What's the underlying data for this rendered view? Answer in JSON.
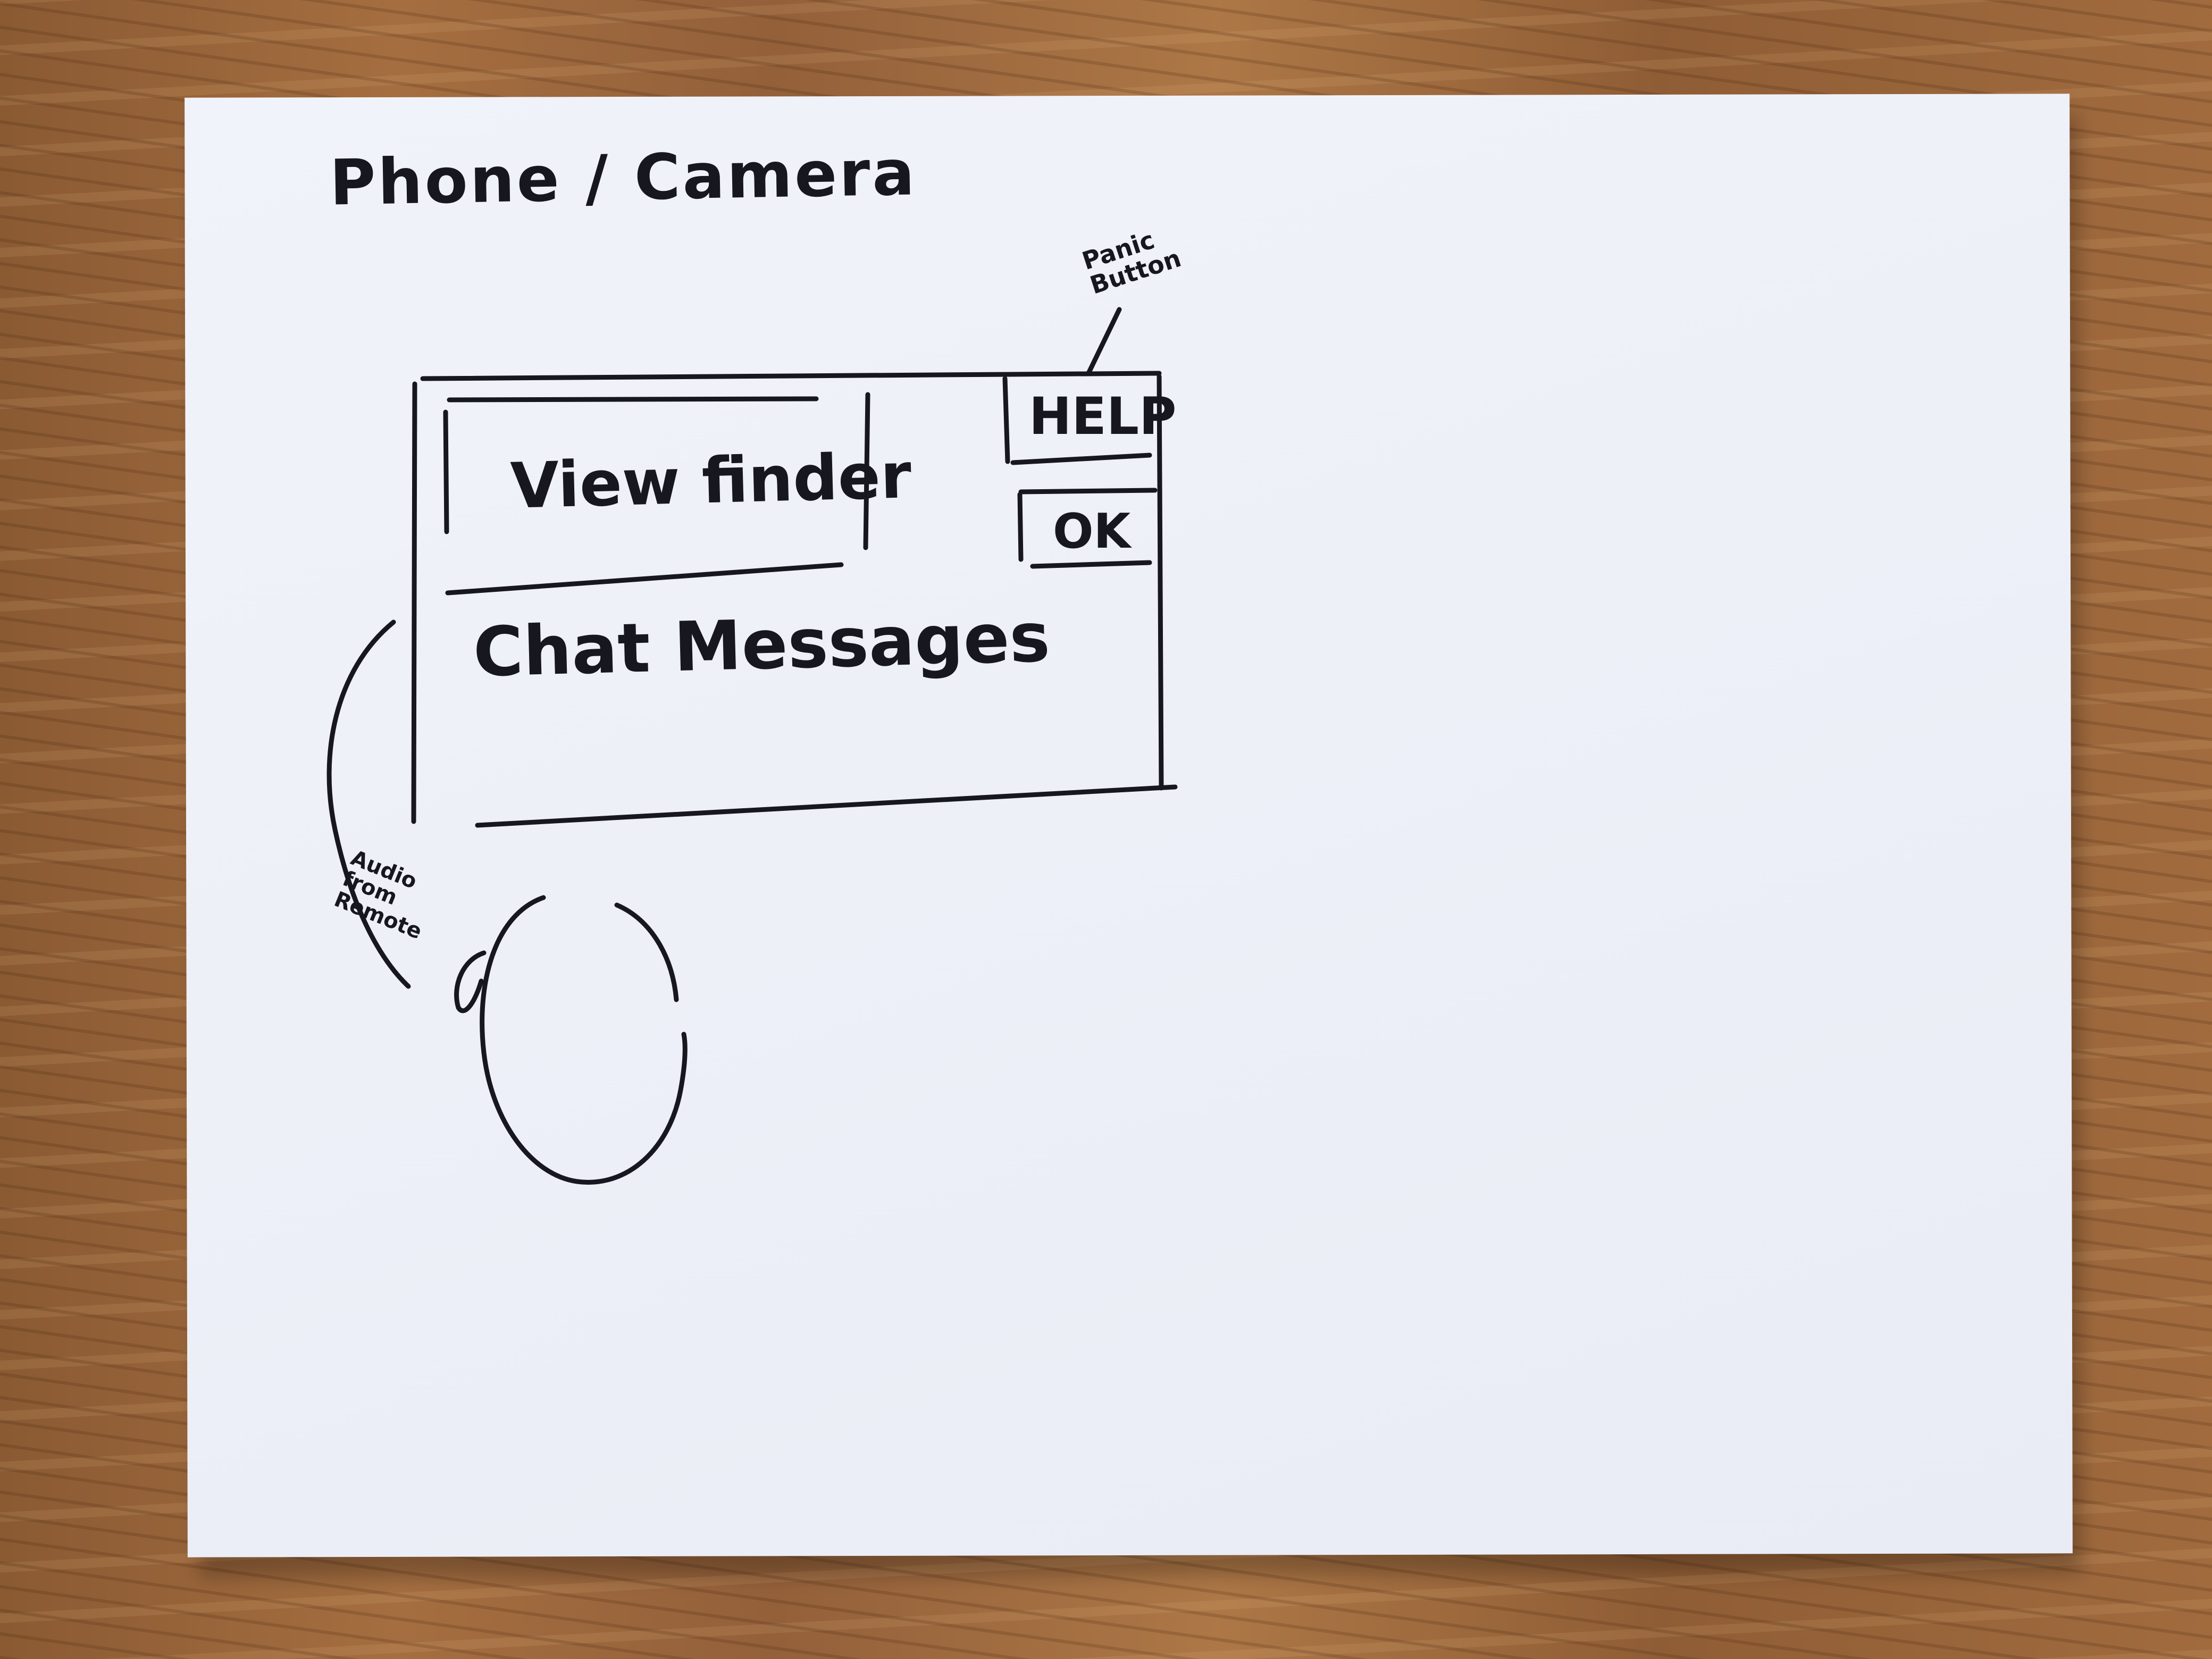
{
  "sketch": {
    "title": "Phone / Camera",
    "viewfinder_label": "View finder",
    "chat_label": "Chat Messages",
    "buttons": {
      "help_label": "HELP",
      "ok_label": "OK"
    },
    "annotations": {
      "panic_line1": "Panic",
      "panic_line2": "Button",
      "audio_line1": "Audio",
      "audio_line2": "from",
      "audio_line3": "Remote"
    }
  },
  "colors": {
    "ink": "#17171f",
    "paper": "#eef0f8",
    "wood": "#9a653b"
  },
  "icons": {
    "earpiece": "ear-icon"
  }
}
